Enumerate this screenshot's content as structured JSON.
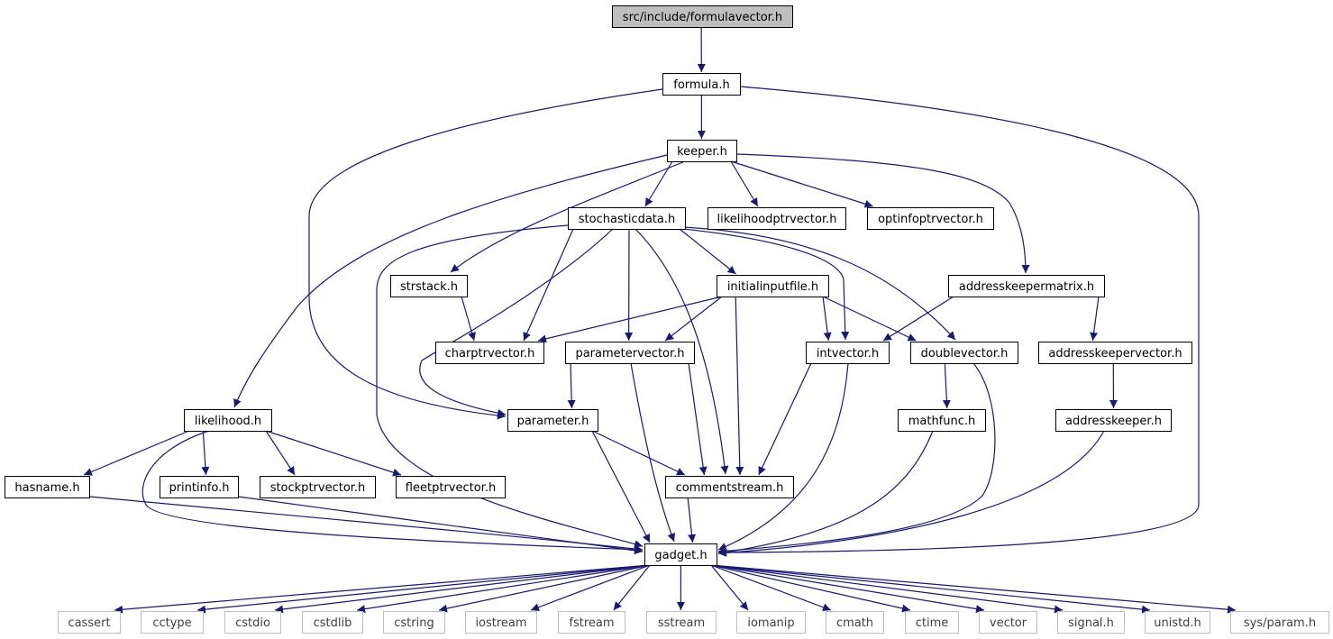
{
  "graph": {
    "edge_color": "#191970",
    "root_fill": "#bfbfbf",
    "system_border": "#bfbfbf",
    "nodes": [
      {
        "id": "formulavector",
        "label": "src/include/formulavector.h",
        "kind": "root"
      },
      {
        "id": "formula",
        "label": "formula.h",
        "kind": "header"
      },
      {
        "id": "keeper",
        "label": "keeper.h",
        "kind": "header"
      },
      {
        "id": "stochasticdata",
        "label": "stochasticdata.h",
        "kind": "header"
      },
      {
        "id": "likelihoodptrvector",
        "label": "likelihoodptrvector.h",
        "kind": "header"
      },
      {
        "id": "optinfoptrvector",
        "label": "optinfoptrvector.h",
        "kind": "header"
      },
      {
        "id": "strstack",
        "label": "strstack.h",
        "kind": "header"
      },
      {
        "id": "initialinputfile",
        "label": "initialinputfile.h",
        "kind": "header"
      },
      {
        "id": "addresskeepermatrix",
        "label": "addresskeepermatrix.h",
        "kind": "header"
      },
      {
        "id": "charptrvector",
        "label": "charptrvector.h",
        "kind": "header"
      },
      {
        "id": "parametervector",
        "label": "parametervector.h",
        "kind": "header"
      },
      {
        "id": "intvector",
        "label": "intvector.h",
        "kind": "header"
      },
      {
        "id": "doublevector",
        "label": "doublevector.h",
        "kind": "header"
      },
      {
        "id": "addresskeepervector",
        "label": "addresskeepervector.h",
        "kind": "header"
      },
      {
        "id": "likelihood",
        "label": "likelihood.h",
        "kind": "header"
      },
      {
        "id": "parameter",
        "label": "parameter.h",
        "kind": "header"
      },
      {
        "id": "mathfunc",
        "label": "mathfunc.h",
        "kind": "header"
      },
      {
        "id": "addresskeeper",
        "label": "addresskeeper.h",
        "kind": "header"
      },
      {
        "id": "hasname",
        "label": "hasname.h",
        "kind": "header"
      },
      {
        "id": "printinfo",
        "label": "printinfo.h",
        "kind": "header"
      },
      {
        "id": "stockptrvector",
        "label": "stockptrvector.h",
        "kind": "header"
      },
      {
        "id": "fleetptrvector",
        "label": "fleetptrvector.h",
        "kind": "header"
      },
      {
        "id": "commentstream",
        "label": "commentstream.h",
        "kind": "header"
      },
      {
        "id": "gadget",
        "label": "gadget.h",
        "kind": "header"
      },
      {
        "id": "cassert",
        "label": "cassert",
        "kind": "system"
      },
      {
        "id": "cctype",
        "label": "cctype",
        "kind": "system"
      },
      {
        "id": "cstdio",
        "label": "cstdio",
        "kind": "system"
      },
      {
        "id": "cstdlib",
        "label": "cstdlib",
        "kind": "system"
      },
      {
        "id": "cstring",
        "label": "cstring",
        "kind": "system"
      },
      {
        "id": "iostream",
        "label": "iostream",
        "kind": "system"
      },
      {
        "id": "fstream",
        "label": "fstream",
        "kind": "system"
      },
      {
        "id": "sstream",
        "label": "sstream",
        "kind": "system"
      },
      {
        "id": "iomanip",
        "label": "iomanip",
        "kind": "system"
      },
      {
        "id": "cmath",
        "label": "cmath",
        "kind": "system"
      },
      {
        "id": "ctime",
        "label": "ctime",
        "kind": "system"
      },
      {
        "id": "vector",
        "label": "vector",
        "kind": "system"
      },
      {
        "id": "signal",
        "label": "signal.h",
        "kind": "system"
      },
      {
        "id": "unistd",
        "label": "unistd.h",
        "kind": "system"
      },
      {
        "id": "sysparam",
        "label": "sys/param.h",
        "kind": "system"
      }
    ],
    "edges": [
      [
        "formulavector",
        "formula"
      ],
      [
        "formula",
        "keeper"
      ],
      [
        "formula",
        "parameter"
      ],
      [
        "formula",
        "gadget"
      ],
      [
        "keeper",
        "stochasticdata"
      ],
      [
        "keeper",
        "likelihoodptrvector"
      ],
      [
        "keeper",
        "optinfoptrvector"
      ],
      [
        "keeper",
        "strstack"
      ],
      [
        "keeper",
        "addresskeepermatrix"
      ],
      [
        "keeper",
        "likelihood"
      ],
      [
        "stochasticdata",
        "gadget"
      ],
      [
        "stochasticdata",
        "parameter"
      ],
      [
        "stochasticdata",
        "charptrvector"
      ],
      [
        "stochasticdata",
        "parametervector"
      ],
      [
        "stochasticdata",
        "commentstream"
      ],
      [
        "stochasticdata",
        "initialinputfile"
      ],
      [
        "stochasticdata",
        "intvector"
      ],
      [
        "stochasticdata",
        "doublevector"
      ],
      [
        "strstack",
        "charptrvector"
      ],
      [
        "initialinputfile",
        "charptrvector"
      ],
      [
        "initialinputfile",
        "parametervector"
      ],
      [
        "initialinputfile",
        "commentstream"
      ],
      [
        "initialinputfile",
        "intvector"
      ],
      [
        "initialinputfile",
        "doublevector"
      ],
      [
        "addresskeepermatrix",
        "intvector"
      ],
      [
        "addresskeepermatrix",
        "addresskeepervector"
      ],
      [
        "addresskeepervector",
        "addresskeeper"
      ],
      [
        "parametervector",
        "parameter"
      ],
      [
        "parametervector",
        "commentstream"
      ],
      [
        "parametervector",
        "gadget"
      ],
      [
        "intvector",
        "commentstream"
      ],
      [
        "intvector",
        "gadget"
      ],
      [
        "doublevector",
        "mathfunc"
      ],
      [
        "doublevector",
        "gadget"
      ],
      [
        "mathfunc",
        "gadget"
      ],
      [
        "addresskeeper",
        "gadget"
      ],
      [
        "likelihood",
        "hasname"
      ],
      [
        "likelihood",
        "printinfo"
      ],
      [
        "likelihood",
        "stockptrvector"
      ],
      [
        "likelihood",
        "fleetptrvector"
      ],
      [
        "likelihood",
        "gadget"
      ],
      [
        "parameter",
        "commentstream"
      ],
      [
        "parameter",
        "gadget"
      ],
      [
        "commentstream",
        "gadget"
      ],
      [
        "hasname",
        "gadget"
      ],
      [
        "printinfo",
        "gadget"
      ],
      [
        "gadget",
        "cassert"
      ],
      [
        "gadget",
        "cctype"
      ],
      [
        "gadget",
        "cstdio"
      ],
      [
        "gadget",
        "cstdlib"
      ],
      [
        "gadget",
        "cstring"
      ],
      [
        "gadget",
        "iostream"
      ],
      [
        "gadget",
        "fstream"
      ],
      [
        "gadget",
        "sstream"
      ],
      [
        "gadget",
        "iomanip"
      ],
      [
        "gadget",
        "cmath"
      ],
      [
        "gadget",
        "ctime"
      ],
      [
        "gadget",
        "vector"
      ],
      [
        "gadget",
        "signal"
      ],
      [
        "gadget",
        "unistd"
      ],
      [
        "gadget",
        "sysparam"
      ]
    ]
  }
}
